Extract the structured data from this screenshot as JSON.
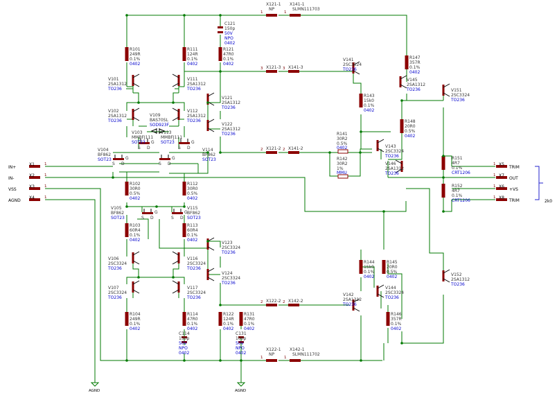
{
  "connectors": {
    "in_plus": {
      "ref": "X1",
      "net": "IN+",
      "pin": "1"
    },
    "in_minus": {
      "ref": "X2",
      "net": "IN-",
      "pin": "1"
    },
    "vss": {
      "ref": "X3",
      "net": "VSS",
      "pin": "1"
    },
    "agnd": {
      "ref": "X4",
      "net": "AGND",
      "pin": "1"
    },
    "trim_top": {
      "ref": "X5",
      "net": "TRIM",
      "pin": "1"
    },
    "out": {
      "ref": "X7",
      "net": "OUT",
      "pin": "1"
    },
    "vs_plus": {
      "ref": "X6",
      "net": "+VS",
      "pin": "1"
    },
    "trim_bot": {
      "ref": "X8",
      "net": "TRIM",
      "pin": "1"
    }
  },
  "trim_note": "2k0",
  "jumpers": {
    "x121_1": {
      "ref": "X121-1",
      "val": "NP",
      "pin": "1"
    },
    "x141_1": {
      "ref": "X141-1",
      "val": "SLMN111703",
      "pin": "1"
    },
    "x121_3": {
      "ref": "X121-3",
      "pin": "3"
    },
    "x141_3": {
      "ref": "X141-3",
      "pin": "3"
    },
    "x121_2": {
      "ref": "X121-2",
      "pin": "2"
    },
    "x141_2": {
      "ref": "X141-2",
      "pin": "2"
    },
    "x122_2": {
      "ref": "X122-2",
      "pin": "2"
    },
    "x142_2": {
      "ref": "X142-2",
      "pin": "2"
    },
    "x122_1": {
      "ref": "X122-1",
      "val": "NP",
      "pin": "1"
    },
    "x142_1": {
      "ref": "X142-1",
      "val": "SLMN111702",
      "pin": "1"
    }
  },
  "resistors": {
    "r101": {
      "ref": "R101",
      "val": "249R",
      "tol": "0.1%",
      "pkg": "0402"
    },
    "r111": {
      "ref": "R111",
      "val": "124R",
      "tol": "0.1%",
      "pkg": "0402"
    },
    "r121": {
      "ref": "R121",
      "val": "47R0",
      "tol": "0.1%",
      "pkg": "0402"
    },
    "r102": {
      "ref": "R102",
      "val": "30R0",
      "tol": "0.5%",
      "pkg": "0402"
    },
    "r112": {
      "ref": "R112",
      "val": "30R0",
      "tol": "0.5%",
      "pkg": "0402"
    },
    "r103": {
      "ref": "R103",
      "val": "60R4",
      "tol": "0.1%",
      "pkg": "0402"
    },
    "r113": {
      "ref": "R113",
      "val": "60R4",
      "tol": "0.1%",
      "pkg": "0402"
    },
    "r104": {
      "ref": "R104",
      "val": "249R",
      "tol": "0.1%",
      "pkg": "0402"
    },
    "r114": {
      "ref": "R114",
      "val": "47R0",
      "tol": "0.1%",
      "pkg": "0402"
    },
    "r122": {
      "ref": "R122",
      "val": "124R",
      "tol": "0.1%",
      "pkg": "0402"
    },
    "r131": {
      "ref": "R131",
      "val": "47R0",
      "tol": "0.1%",
      "pkg": "0402"
    },
    "r143": {
      "ref": "R143",
      "val": "15k0",
      "tol": "0.1%",
      "pkg": "0402"
    },
    "r147": {
      "ref": "R147",
      "val": "357R",
      "tol": "0.1%",
      "pkg": "0402"
    },
    "r148": {
      "ref": "R148",
      "val": "20R0",
      "tol": "0.5%",
      "pkg": "0402"
    },
    "r141": {
      "ref": "R141",
      "val": "30R2",
      "tol": "0.5%",
      "pkg": "0402"
    },
    "r142": {
      "ref": "R142",
      "val": "30R2",
      "tol": "1%",
      "pkg": "MMU"
    },
    "r151": {
      "ref": "R151",
      "val": "4R7",
      "tol": "0.1%",
      "pkg": "CRT1206"
    },
    "r152": {
      "ref": "R152",
      "val": "4R7",
      "tol": "0.1%",
      "pkg": "CRT1206"
    },
    "r144": {
      "ref": "R144",
      "val": "15k0",
      "tol": "0.1%",
      "pkg": "0402"
    },
    "r145": {
      "ref": "R145",
      "val": "20R0",
      "tol": "0.5%",
      "pkg": "0402"
    },
    "r146": {
      "ref": "R146",
      "val": "357R",
      "tol": "0.1%",
      "pkg": "0402"
    }
  },
  "capacitors": {
    "c121": {
      "ref": "C121",
      "val": "150p",
      "volt": "50V",
      "diel": "NPO",
      "pkg": "0402"
    },
    "c114": {
      "ref": "C114",
      "val": "150p",
      "volt": "50V",
      "diel": "NPO",
      "pkg": "0402"
    },
    "c131": {
      "ref": "C131",
      "val": "100p",
      "volt": "50V",
      "diel": "NPO",
      "pkg": "0402"
    }
  },
  "transistors": {
    "v101": {
      "ref": "V101",
      "val": "2SA1312",
      "pkg": "TO236"
    },
    "v111": {
      "ref": "V111",
      "val": "2SA1312",
      "pkg": "TO236"
    },
    "v121": {
      "ref": "V121",
      "val": "2SA1312",
      "pkg": "TO236"
    },
    "v102": {
      "ref": "V102",
      "val": "2SA1312",
      "pkg": "TO236"
    },
    "v112": {
      "ref": "V112",
      "val": "2SA1312",
      "pkg": "TO236"
    },
    "v122": {
      "ref": "V122",
      "val": "2SA1312",
      "pkg": "TO236"
    },
    "v109": {
      "ref": "V109",
      "val": "BAS70SL",
      "pkg": "SOD923F"
    },
    "v103": {
      "ref": "V103",
      "val": "MMBFJ111",
      "pkg": "SOT23"
    },
    "v113": {
      "ref": "V113",
      "val": "MMBFJ111",
      "pkg": "SOT23"
    },
    "v104": {
      "ref": "V104",
      "val": "BF862",
      "pkg": "SOT23"
    },
    "v114": {
      "ref": "V114",
      "val": "BF862",
      "pkg": "SOT23"
    },
    "v105": {
      "ref": "V105",
      "val": "BF862",
      "pkg": "SOT23"
    },
    "v115": {
      "ref": "V115",
      "val": "BF862",
      "pkg": "SOT23"
    },
    "v123": {
      "ref": "V123",
      "val": "2SC3324",
      "pkg": "TO236"
    },
    "v106": {
      "ref": "V106",
      "val": "2SC3324",
      "pkg": "TO236"
    },
    "v116": {
      "ref": "V116",
      "val": "2SC3324",
      "pkg": "TO236"
    },
    "v124": {
      "ref": "V124",
      "val": "2SC3324",
      "pkg": "TO236"
    },
    "v107": {
      "ref": "V107",
      "val": "2SC3324",
      "pkg": "TO236"
    },
    "v117": {
      "ref": "V117",
      "val": "2SC3324",
      "pkg": "TO236"
    },
    "v141": {
      "ref": "V141",
      "val": "2SC3324",
      "pkg": "TO236"
    },
    "v145": {
      "ref": "V145",
      "val": "2SA1312",
      "pkg": "TO236"
    },
    "v151": {
      "ref": "V151",
      "val": "2SC3324",
      "pkg": "TO236"
    },
    "v143": {
      "ref": "V143",
      "val": "2SC3324",
      "pkg": "TO236"
    },
    "v146": {
      "ref": "V146",
      "val": "2SA1312",
      "pkg": "TO236"
    },
    "v142": {
      "ref": "V142",
      "val": "2SA1312",
      "pkg": "TO236"
    },
    "v144": {
      "ref": "V144",
      "val": "2SC3324",
      "pkg": "TO236"
    },
    "v152": {
      "ref": "V152",
      "val": "2SA1312",
      "pkg": "TO236"
    }
  },
  "pin_letters": {
    "s": "S",
    "d": "D",
    "g": "G"
  },
  "ground_label": "AGND"
}
